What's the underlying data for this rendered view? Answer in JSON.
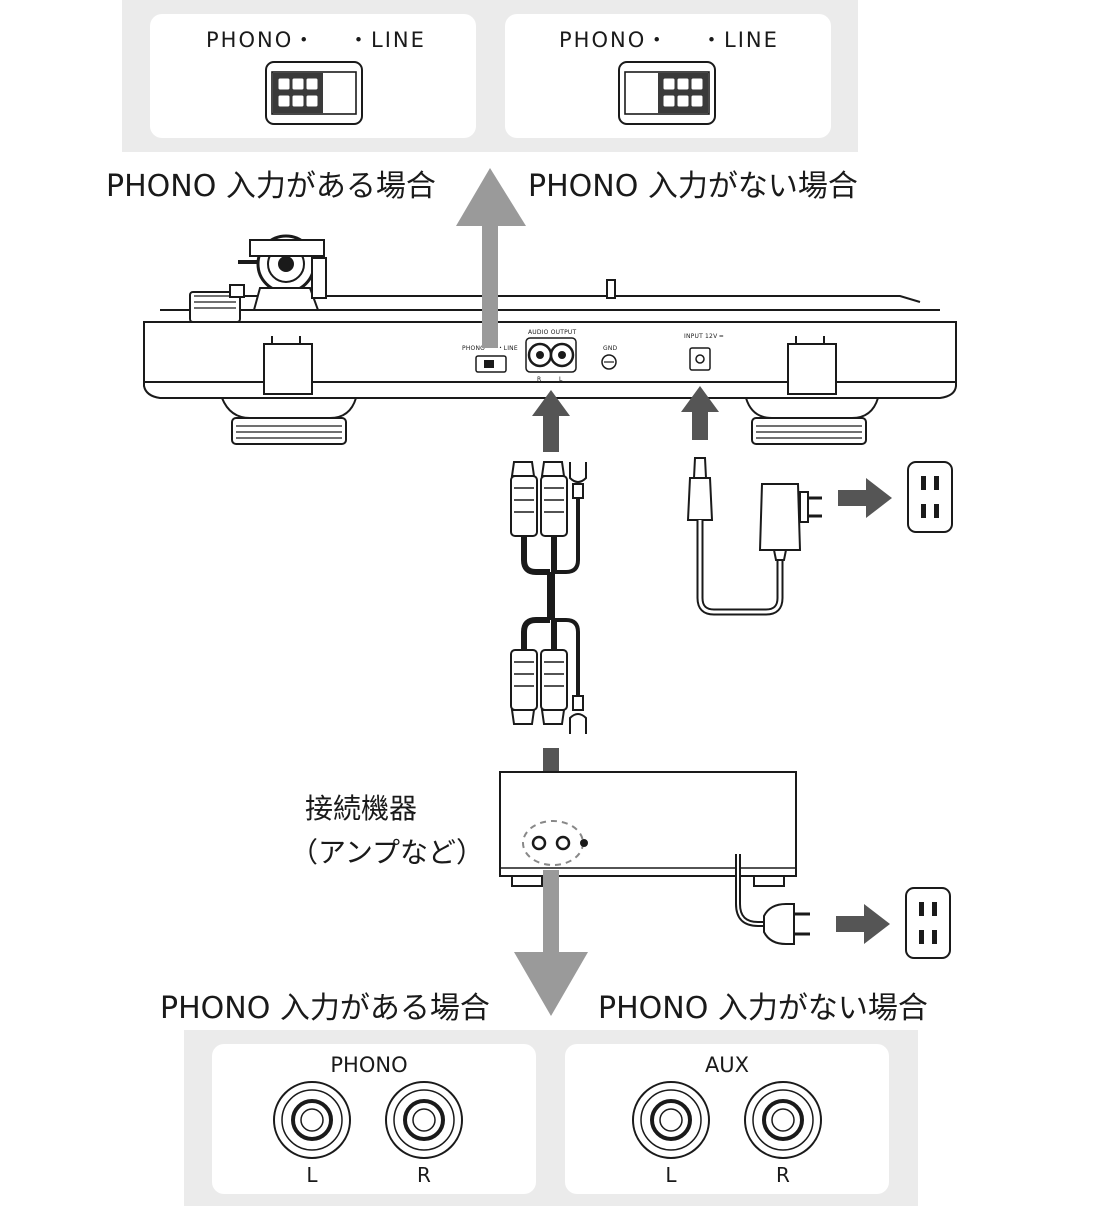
{
  "switch_panels": {
    "left": {
      "label_phono": "PHONO・",
      "label_line": "・LINE",
      "position": "PHONO"
    },
    "right": {
      "label_phono": "PHONO・",
      "label_line": "・LINE",
      "position": "LINE"
    }
  },
  "captions": {
    "top_with_phono": "PHONO 入力がある場合",
    "top_without_phono": "PHONO 入力がない場合",
    "bottom_with_phono": "PHONO 入力がある場合",
    "bottom_without_phono": "PHONO 入力がない場合"
  },
  "turntable_rear": {
    "switch_label": "PHONO・　・LINE",
    "audio_output": "AUDIO OUTPUT",
    "r": "R",
    "l": "L",
    "gnd": "GND",
    "input": "INPUT 12V ═"
  },
  "device": {
    "line1": "接続機器",
    "line2": "（アンプなど）"
  },
  "input_panels": {
    "phono": {
      "title": "PHONO",
      "left": "L",
      "right": "R"
    },
    "aux": {
      "title": "AUX",
      "left": "L",
      "right": "R"
    }
  },
  "colors": {
    "light_arrow": "#9a9a9a",
    "dark_arrow": "#555555",
    "panel_bg": "#ebebeb",
    "line": "#1a1a1a"
  }
}
